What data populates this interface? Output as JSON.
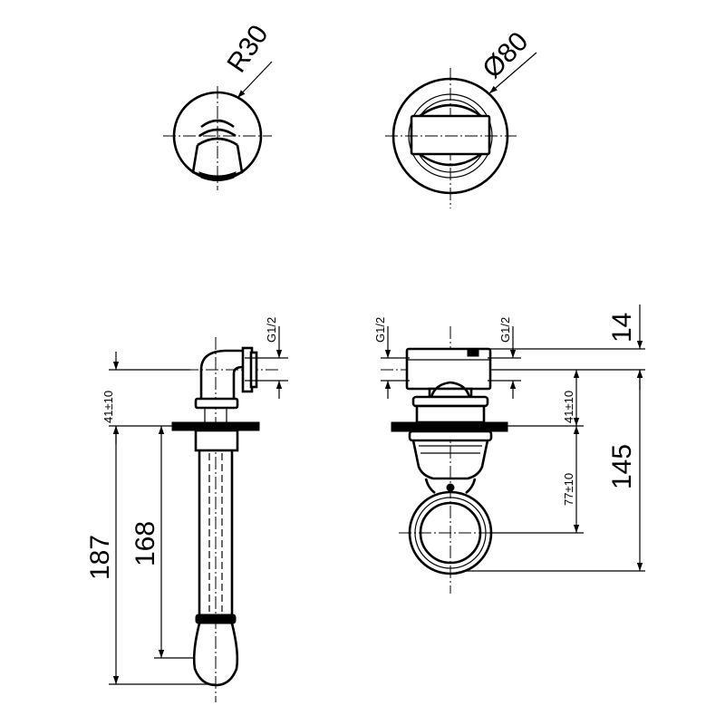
{
  "dimensions": {
    "r30": "R30",
    "d80": "Ø80",
    "g12_side": "G1/2",
    "g12_front_left": "G1/2",
    "g12_front_right": "G1/2",
    "d14": "14",
    "d41_side": "41±10",
    "d41_front": "41±10",
    "d77": "77±10",
    "d145": "145",
    "d187": "187",
    "d168": "168"
  }
}
